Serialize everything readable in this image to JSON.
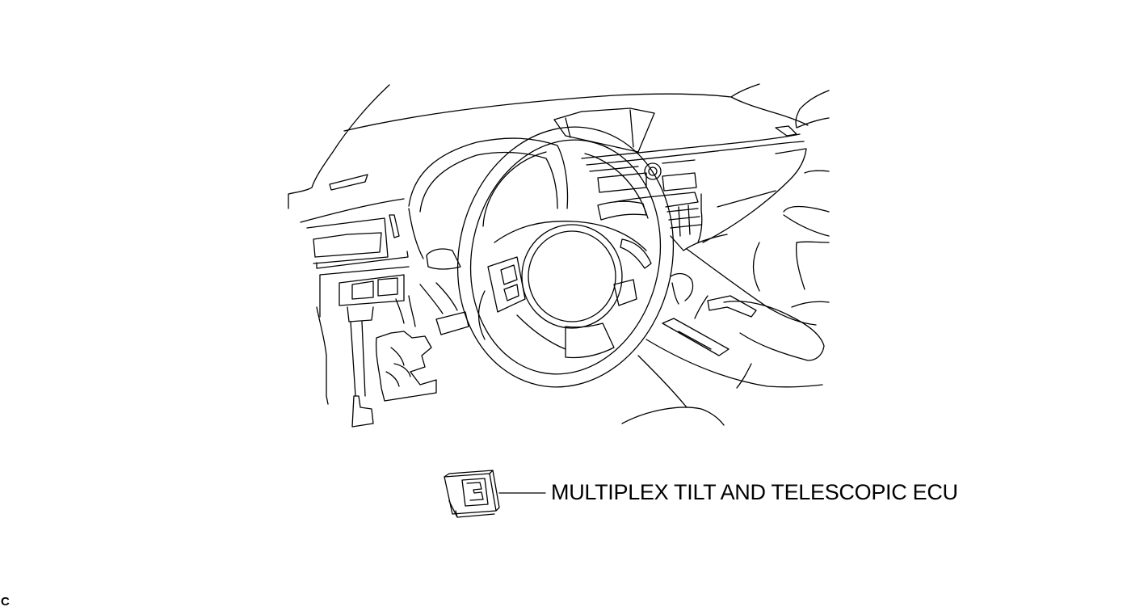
{
  "callout": {
    "label": "MULTIPLEX TILT AND TELESCOPIC ECU"
  },
  "corner_code": "C",
  "icons": {
    "illustration": "car-interior-dashboard-steering-wheel-illustration",
    "component": "ecu-module-icon"
  },
  "colors": {
    "line": "#000000",
    "background": "#ffffff"
  }
}
